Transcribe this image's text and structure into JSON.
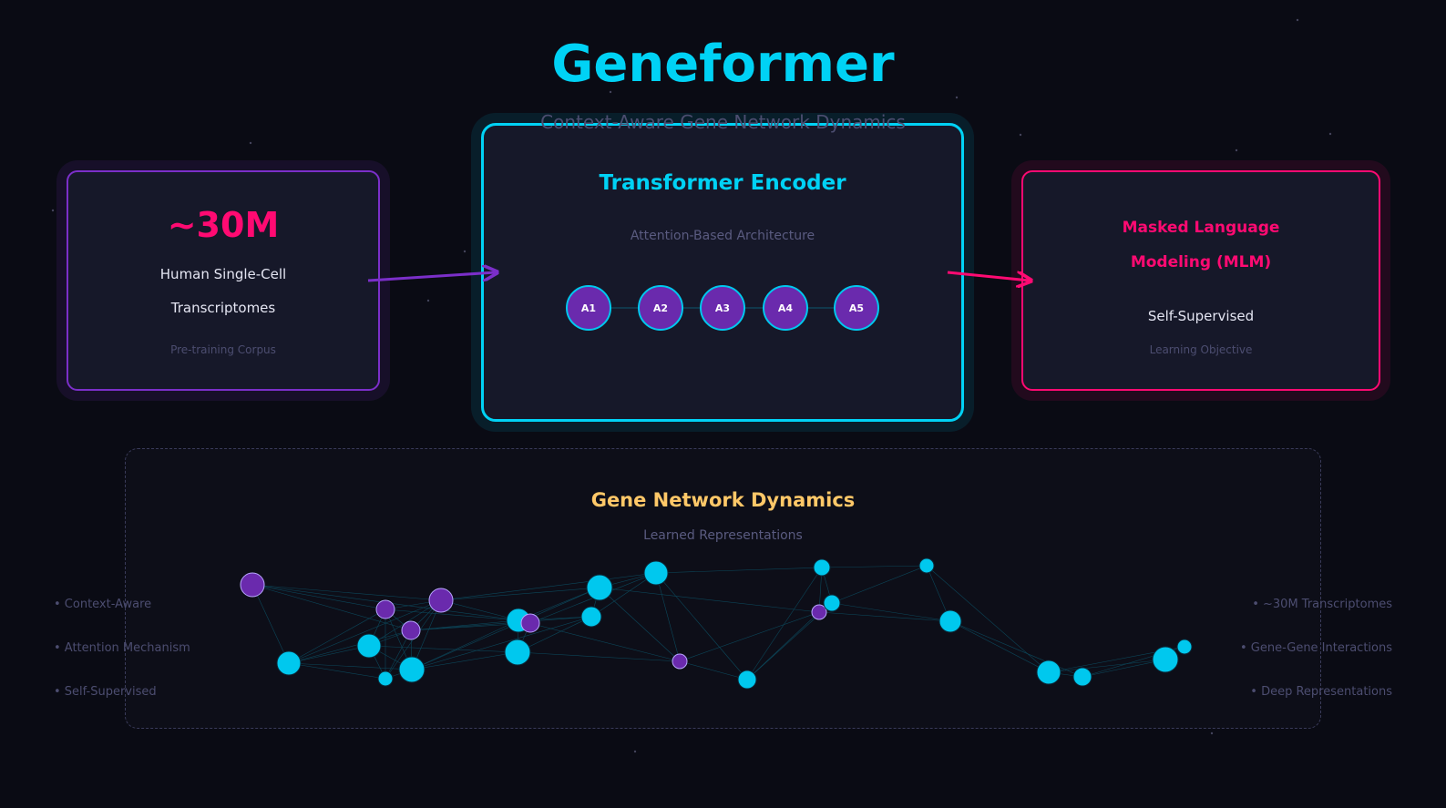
{
  "header": {
    "title": "Geneformer",
    "subtitle": "Context-Aware Gene Network Dynamics"
  },
  "left_box": {
    "stat": "~30M",
    "line1": "Human Single-Cell",
    "line2": "Transcriptomes",
    "caption": "Pre-training Corpus"
  },
  "center_box": {
    "title": "Transformer Encoder",
    "subtitle": "Attention-Based Architecture",
    "heads": [
      "A1",
      "A2",
      "A3",
      "A4",
      "A5"
    ]
  },
  "right_box": {
    "title_line1": "Masked Language",
    "title_line2": "Modeling (MLM)",
    "line1": "Self-Supervised",
    "caption": "Learning Objective"
  },
  "network_panel": {
    "title": "Gene Network Dynamics",
    "subtitle": "Learned Representations"
  },
  "left_bullets": [
    "• Context-Aware",
    "• Attention Mechanism",
    "• Self-Supervised"
  ],
  "right_bullets": [
    "• ~30M Transcriptomes",
    "• Gene-Gene Interactions",
    "• Deep Representations"
  ],
  "colors": {
    "cyan": "#00d2f5",
    "purple": "#7b2fc9",
    "pink": "#ff0a72",
    "gold": "#ffc868",
    "background": "#0a0b14"
  }
}
